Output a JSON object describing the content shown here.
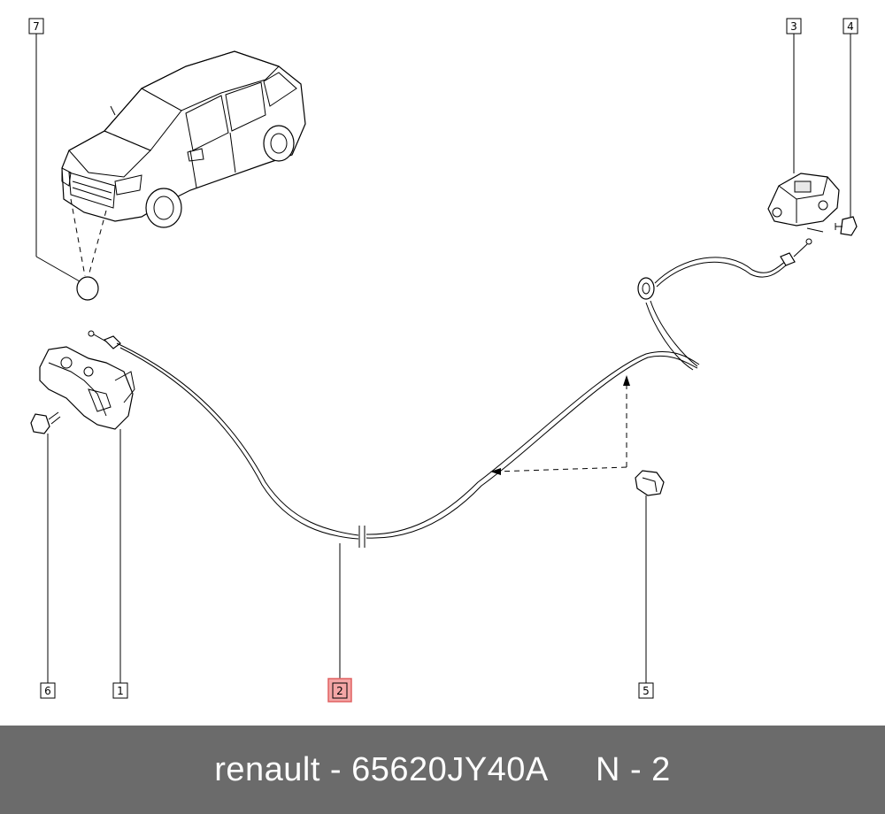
{
  "diagram": {
    "callouts": [
      {
        "id": "7",
        "label": "7",
        "highlighted": false
      },
      {
        "id": "3",
        "label": "3",
        "highlighted": false
      },
      {
        "id": "4",
        "label": "4",
        "highlighted": false
      },
      {
        "id": "6",
        "label": "6",
        "highlighted": false
      },
      {
        "id": "1",
        "label": "1",
        "highlighted": false
      },
      {
        "id": "2",
        "label": "2",
        "highlighted": true
      },
      {
        "id": "5",
        "label": "5",
        "highlighted": false
      }
    ],
    "highlight_color": "#f4a6a6",
    "highlight_border": "#e06060"
  },
  "footer": {
    "text": "renault - 65620JY40A     N - 2",
    "background": "#6b6b6b",
    "text_color": "#ffffff"
  }
}
